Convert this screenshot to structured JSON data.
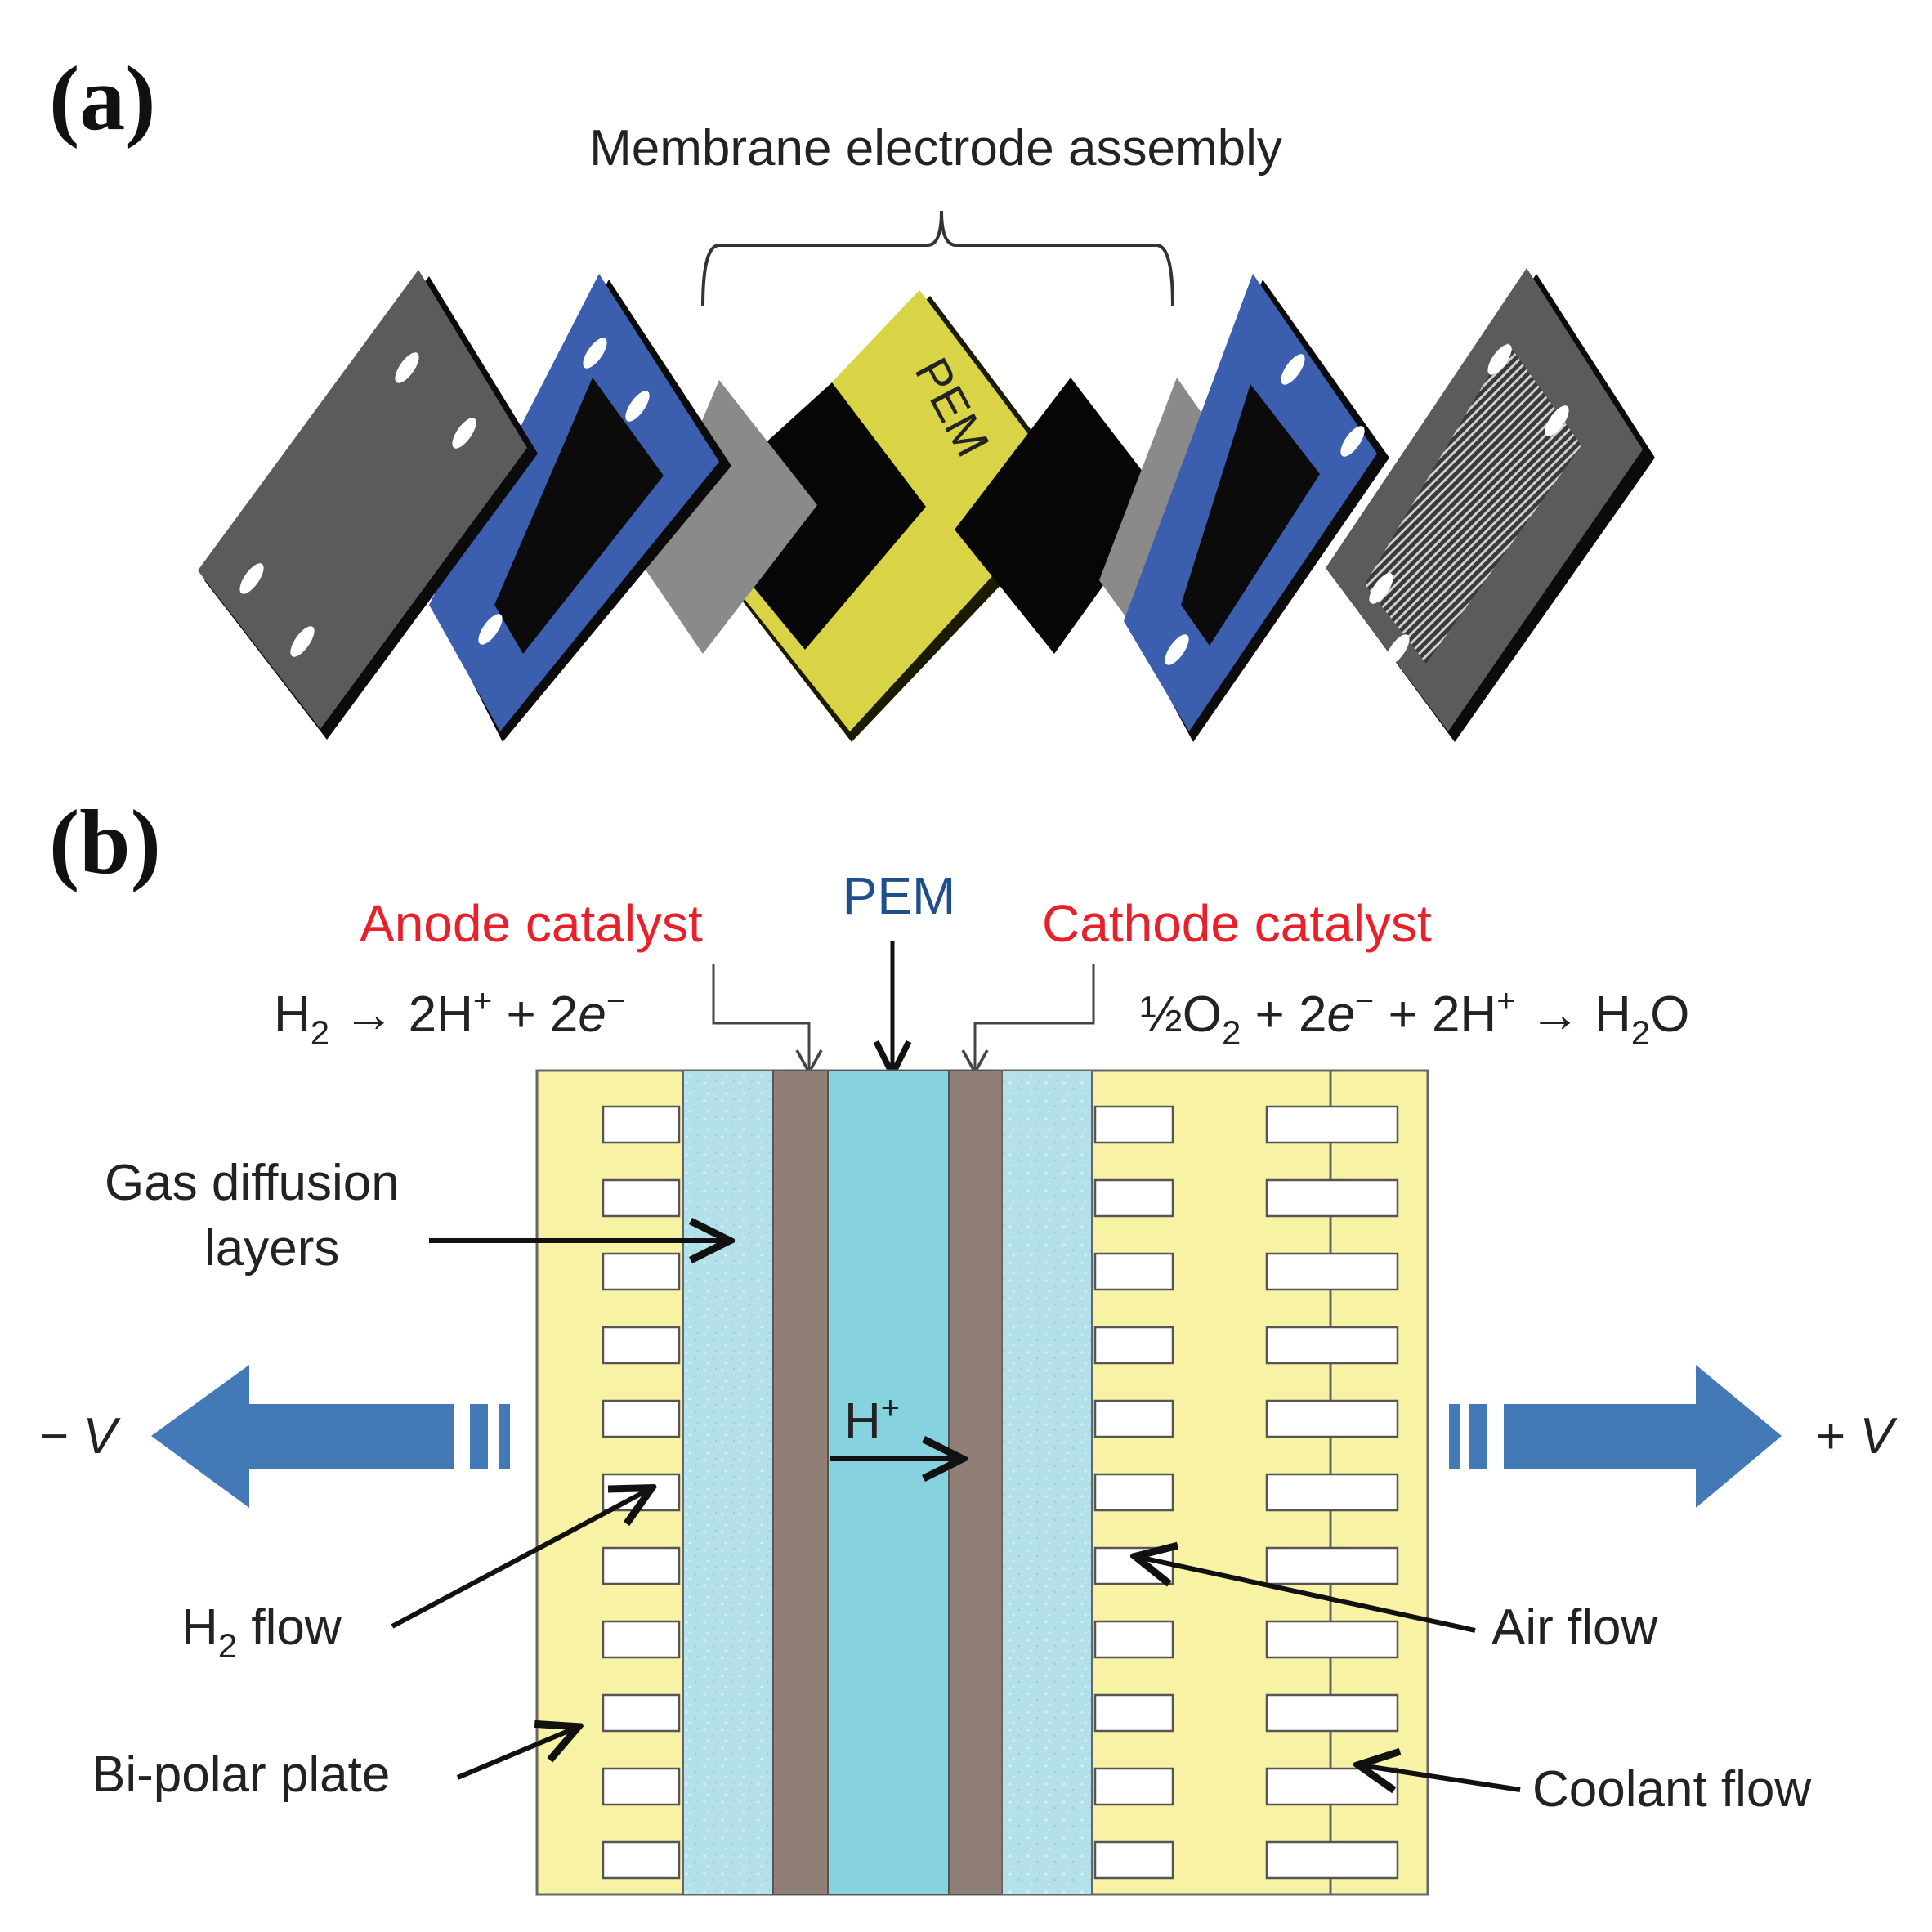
{
  "panel_a": {
    "label": "(a)",
    "bracket_label": "Membrane electrode assembly",
    "pem_label": "PEM"
  },
  "panel_b": {
    "label": "(b)",
    "anode_catalyst": "Anode catalyst",
    "pem": "PEM",
    "cathode_catalyst": "Cathode catalyst",
    "anode_reaction": {
      "a": "H",
      "a_sub": "2",
      "b": " → 2H",
      "b_sup": "+",
      "c": " + 2",
      "c_italic": "e",
      "c_sup": "−"
    },
    "cathode_reaction": {
      "a": "½O",
      "a_sub": "2",
      "b": " + 2",
      "b_italic": "e",
      "b_sup": "−",
      "c": " + 2H",
      "c_sup": "+",
      "d": " → H",
      "d_sub": "2",
      "e": "O"
    },
    "gas_diffusion_line1": "Gas diffusion",
    "gas_diffusion_line2": "layers",
    "proton": {
      "base": "H",
      "sup": "+"
    },
    "h2_flow": {
      "base": "H",
      "sub": "2",
      "rest": " flow"
    },
    "air_flow": "Air flow",
    "bipolar_plate": "Bi-polar plate",
    "coolant_flow": "Coolant flow",
    "neg_terminal": {
      "sign": "− ",
      "var": "V"
    },
    "pos_terminal": {
      "sign": "+ ",
      "var": "V"
    }
  },
  "colors": {
    "plate_gray": "#5b5b5b",
    "gasket_blue": "#3b5fae",
    "gdl_gray": "#8a8a8a",
    "catalyst_black": "#060606",
    "pem_yellow": "#d8d445",
    "bipolar_yellow": "#f8f3a4",
    "gdl_blue": "#b4e0ea",
    "catalyst_brown": "#8f7f77",
    "pem_cyan": "#86d2df",
    "arrow_blue": "#4479b8",
    "anode_red": "#e8202a",
    "pem_blue_text": "#1e4f8c"
  }
}
